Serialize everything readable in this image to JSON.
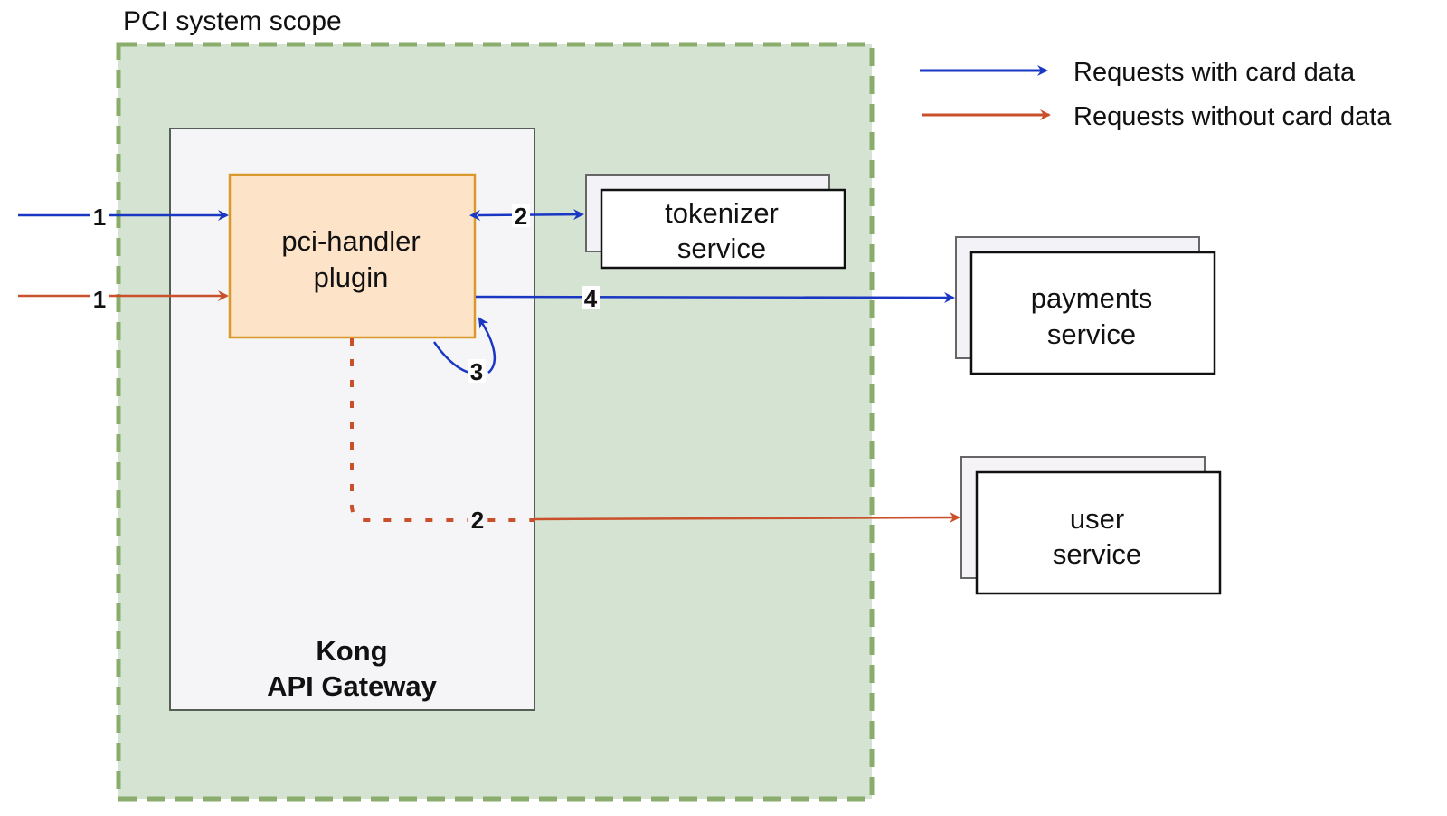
{
  "scope": {
    "title": "PCI system scope"
  },
  "legend": {
    "items": [
      {
        "label": "Requests with card data",
        "color": "#1a37c4"
      },
      {
        "label": "Requests without card data",
        "color": "#c9502a"
      }
    ]
  },
  "nodes": {
    "plugin": {
      "line1": "pci-handler",
      "line2": "plugin"
    },
    "gateway": {
      "line1": "Kong",
      "line2": "API Gateway"
    },
    "tokenizer": {
      "line1": "tokenizer",
      "line2": "service"
    },
    "payments": {
      "line1": "payments",
      "line2": "service"
    },
    "user": {
      "line1": "user",
      "line2": "service"
    }
  },
  "edges": {
    "card_in": {
      "label": "1"
    },
    "nocard_in": {
      "label": "1"
    },
    "tokenize": {
      "label": "2"
    },
    "self_loop": {
      "label": "3"
    },
    "to_payments": {
      "label": "4"
    },
    "to_user": {
      "label": "2"
    }
  },
  "colors": {
    "card": "#1a37c4",
    "nocard": "#c9502a",
    "scope_fill": "#d5e3d3",
    "scope_border": "#8aac6c",
    "plugin_fill": "#fde3c8",
    "plugin_border": "#d99a2b"
  }
}
